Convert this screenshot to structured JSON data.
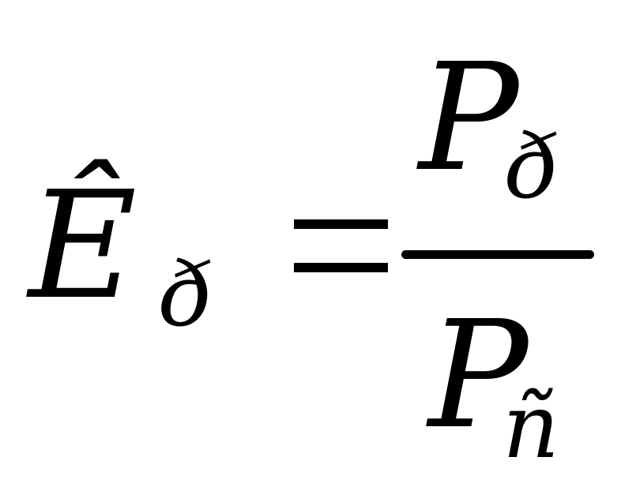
{
  "formula": {
    "lhs_symbol": "Ê",
    "lhs_subscript": "ð",
    "numerator_symbol": "P",
    "numerator_subscript": "ð",
    "denominator_symbol": "P",
    "denominator_subscript": "ñ"
  }
}
